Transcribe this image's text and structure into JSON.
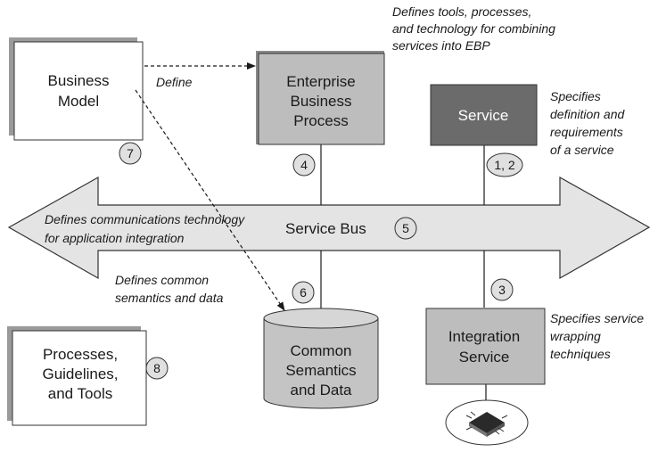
{
  "nodes": {
    "business_model": [
      "Business",
      "Model"
    ],
    "enterprise_business_process": [
      "Enterprise",
      "Business",
      "Process"
    ],
    "service": [
      "Service"
    ],
    "integration_service": [
      "Integration",
      "Service"
    ],
    "common_semantics": [
      "Common",
      "Semantics",
      "and Data"
    ],
    "processes_guidelines_tools": [
      "Processes,",
      "Guidelines,",
      "and Tools"
    ],
    "service_bus": "Service Bus"
  },
  "badges": {
    "bm": "7",
    "ebp": "4",
    "service": "1, 2",
    "bus": "5",
    "common": "6",
    "integration": "3",
    "pgt": "8"
  },
  "notes": {
    "define": "Define",
    "ebp": [
      "Defines tools, processes,",
      "and technology for combining",
      "services into EBP"
    ],
    "service": [
      "Specifies",
      "definition and",
      "requirements",
      "of a service"
    ],
    "bus": [
      "Defines communications technology",
      "for application integration"
    ],
    "common": [
      "Defines common",
      "semantics and data"
    ],
    "integration": [
      "Specifies service",
      "wrapping",
      "techniques"
    ]
  },
  "colors": {
    "ebp_fill": "#bdbdbd",
    "service_fill": "#6b6b6b",
    "integration_fill": "#bdbdbd",
    "cylinder_fill": "#c4c4c4",
    "bus_fill": "#e4e4e4",
    "shadow": "#9a9a9a",
    "badge_fill": "#e0e0e0"
  },
  "icons": {
    "application": "application-chip-icon"
  }
}
